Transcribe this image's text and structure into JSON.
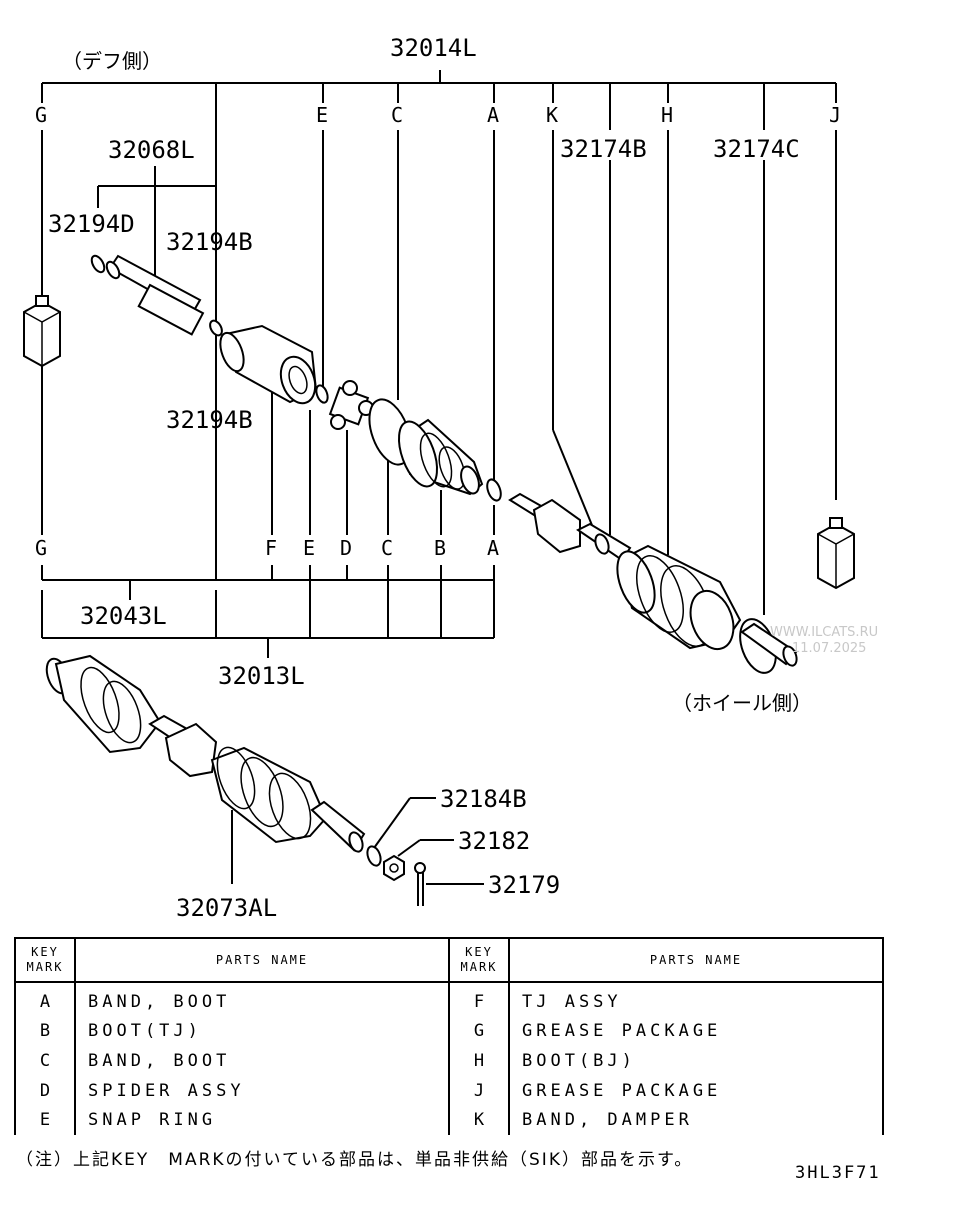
{
  "labels": {
    "diff_side": "（デフ側）",
    "wheel_side": "（ホイール側）",
    "p32014L": "32014L",
    "p32068L": "32068L",
    "p32194D": "32194D",
    "p32194B_top": "32194B",
    "p32194B_mid": "32194B",
    "p32174B": "32174B",
    "p32174C": "32174C",
    "p32043L": "32043L",
    "p32013L": "32013L",
    "p32073AL": "32073AL",
    "p32184B": "32184B",
    "p32182": "32182",
    "p32179": "32179"
  },
  "key_letters_top": [
    "G",
    "E",
    "C",
    "A",
    "K",
    "H",
    "J"
  ],
  "key_letters_bottom": [
    "G",
    "F",
    "E",
    "D",
    "C",
    "B",
    "A"
  ],
  "watermark": {
    "site": "WWW.ILCATS.RU",
    "date": "11.07.2025"
  },
  "table": {
    "header_key": "KEY",
    "header_mark": "MARK",
    "header_name": "PARTS NAME",
    "left_rows": [
      {
        "key": "A",
        "name": "BAND, BOOT"
      },
      {
        "key": "B",
        "name": "BOOT(TJ)"
      },
      {
        "key": "C",
        "name": "BAND, BOOT"
      },
      {
        "key": "D",
        "name": "SPIDER ASSY"
      },
      {
        "key": "E",
        "name": "SNAP RING"
      }
    ],
    "right_rows": [
      {
        "key": "F",
        "name": "TJ ASSY"
      },
      {
        "key": "G",
        "name": "GREASE PACKAGE"
      },
      {
        "key": "H",
        "name": "BOOT(BJ)"
      },
      {
        "key": "J",
        "name": "GREASE PACKAGE"
      },
      {
        "key": "K",
        "name": "BAND, DAMPER"
      }
    ]
  },
  "note": "（注）上記KEY　MARKの付いている部品は、単品非供給（SIK）部品を示す。",
  "diagram_code": "3HL3F71"
}
